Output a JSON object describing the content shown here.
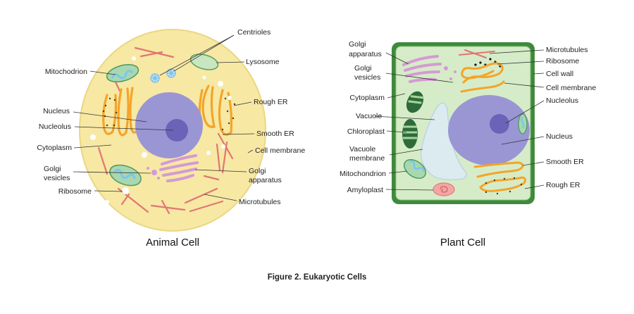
{
  "figure": {
    "caption": "Figure 2. Eukaryotic Cells",
    "animal": {
      "title": "Animal Cell",
      "labels": {
        "centrioles": "Centrioles",
        "lysosome": "Lysosome",
        "mitochondrion": "Mitochodrion",
        "rough_er": "Rough ER",
        "nucleus": "Nucleus",
        "nucleolus": "Nucleolus",
        "smooth_er": "Smooth ER",
        "cytoplasm": "Cytoplasm",
        "cell_membrane": "Cell membrane",
        "golgi_vesicles_1": "Golgi",
        "golgi_vesicles_2": "vesicles",
        "golgi_apparatus_1": "Golgi",
        "golgi_apparatus_2": "apparatus",
        "ribosome": "Ribosome",
        "microtubules": "Microtubules"
      }
    },
    "plant": {
      "title": "Plant Cell",
      "labels": {
        "golgi_apparatus_1": "Golgi",
        "golgi_apparatus_2": "apparatus",
        "golgi_vesicles_1": "Golgi",
        "golgi_vesicles_2": "vesicles",
        "cytoplasm": "Cytoplasm",
        "vacuole": "Vacuole",
        "chloroplast": "Chloroplast",
        "vacuole_membrane_1": "Vacuole",
        "vacuole_membrane_2": "membrane",
        "mitochondrion": "Mitochondrion",
        "amyloplast": "Amyloplast",
        "microtubules": "Microtubules",
        "ribosome": "Ribosome",
        "cell_wall": "Cell wall",
        "cell_membrane": "Cell membrane",
        "nucleolus": "Nucleolus",
        "nucleus": "Nucleus",
        "smooth_er": "Smooth ER",
        "rough_er": "Rough ER"
      }
    },
    "colors": {
      "animal_cytoplasm": "#f7e8a4",
      "plant_cytoplasm": "#d6ecc8",
      "cell_wall": "#3f8a3c",
      "nucleus": "#9a96d4",
      "nucleolus": "#6a64b8",
      "er": "#f4a42a",
      "golgi": "#d59ad4",
      "microtubule": "#e07672",
      "mitochondrion": "#a8d7b0",
      "vacuole": "#dcebf0"
    }
  }
}
